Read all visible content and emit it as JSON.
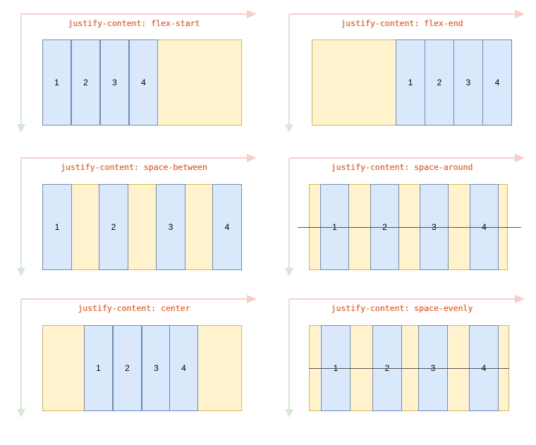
{
  "colors": {
    "x_axis": "#f8cecc",
    "y_axis": "#d5e8d4",
    "label": "#ff3d00",
    "container_fill": "#fff2cc",
    "container_border": "#d6b656",
    "item_fill": "#dae8fc",
    "item_border": "#6c8ebf",
    "guide_line": "#555555"
  },
  "panels": [
    {
      "label": "justify-content: flex-start",
      "items": [
        "1",
        "2",
        "3",
        "4"
      ]
    },
    {
      "label": "justify-content: flex-end",
      "items": [
        "1",
        "2",
        "3",
        "4"
      ]
    },
    {
      "label": "justify-content: space-between",
      "items": [
        "1",
        "2",
        "3",
        "4"
      ]
    },
    {
      "label": "justify-content: space-around",
      "items": [
        "1",
        "2",
        "3",
        "4"
      ]
    },
    {
      "label": "justify-content: center",
      "items": [
        "1",
        "2",
        "3",
        "4"
      ]
    },
    {
      "label": "justify-content: space-evenly",
      "items": [
        "1",
        "2",
        "3",
        "4"
      ]
    }
  ]
}
